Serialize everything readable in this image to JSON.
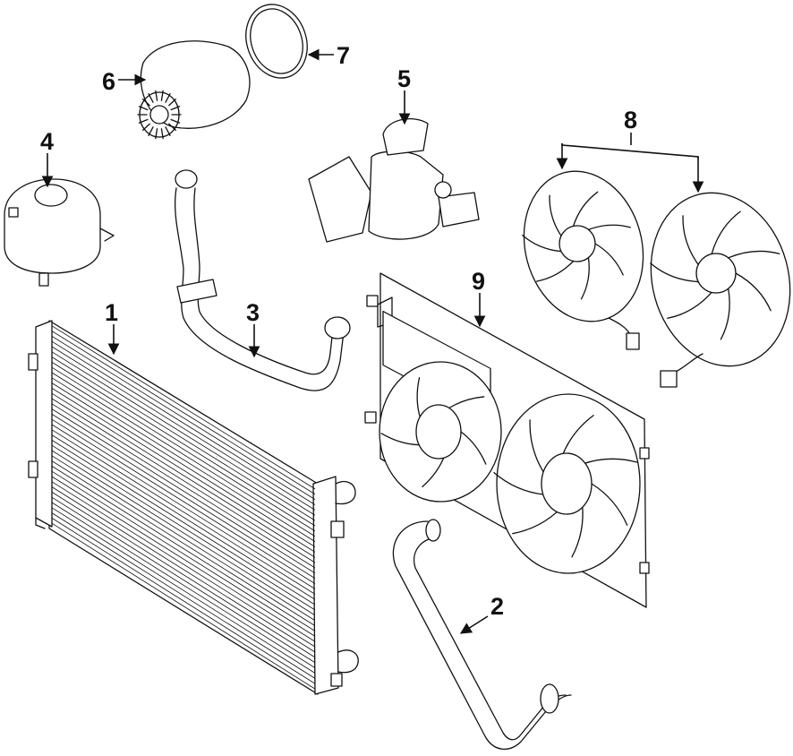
{
  "callouts": [
    {
      "id": "radiator",
      "label": "1"
    },
    {
      "id": "lower-hose",
      "label": "2"
    },
    {
      "id": "upper-hose",
      "label": "3"
    },
    {
      "id": "reservoir",
      "label": "4"
    },
    {
      "id": "thermostat-housing",
      "label": "5"
    },
    {
      "id": "water-pump",
      "label": "6"
    },
    {
      "id": "o-ring",
      "label": "7"
    },
    {
      "id": "fan-assembly",
      "label": "8"
    },
    {
      "id": "fan-shroud",
      "label": "9"
    }
  ],
  "colors": {
    "line": "#111111",
    "background": "#ffffff"
  }
}
